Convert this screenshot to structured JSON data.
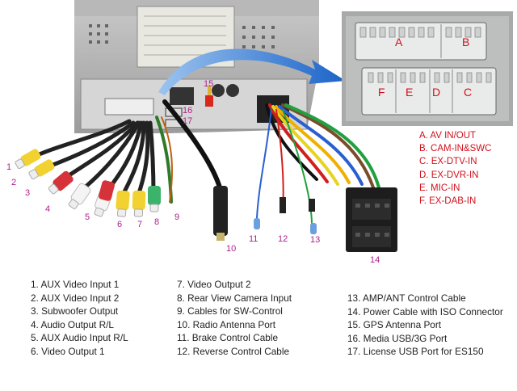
{
  "inset": {
    "slot_letters": [
      "A",
      "B",
      "F",
      "E",
      "D",
      "C"
    ],
    "legend": [
      "A. AV IN/OUT",
      "B. CAM-IN&SWC",
      "C. EX-DTV-IN",
      "D. EX-DVR-IN",
      "E. MIC-IN",
      "F. EX-DAB-IN"
    ]
  },
  "numbers": [
    "1",
    "2",
    "3",
    "4",
    "5",
    "6",
    "7",
    "8",
    "9",
    "10",
    "11",
    "12",
    "13",
    "14",
    "15",
    "16",
    "17"
  ],
  "legend_col1": [
    "1. AUX Video Input 1",
    "2. AUX Video Input 2",
    "3. Subwoofer Output",
    "4. Audio Output R/L",
    "5. AUX Audio Input R/L",
    "6. Video Output 1"
  ],
  "legend_col2": [
    "7. Video Output 2",
    "8. Rear View Camera Input",
    "9. Cables for SW-Control",
    "10. Radio Antenna Port",
    "11. Brake Control Cable",
    "12. Reverse Control Cable"
  ],
  "legend_col3": [
    "13. AMP/ANT Control Cable",
    "14. Power Cable with ISO Connector",
    "15. GPS Antenna Port",
    "16. Media USB/3G Port",
    "17. License USB Port for ES150"
  ],
  "colors": {
    "label_magenta": "#b0208f",
    "label_red": "#d0101a",
    "arrow_blue": "#1b63c8"
  }
}
